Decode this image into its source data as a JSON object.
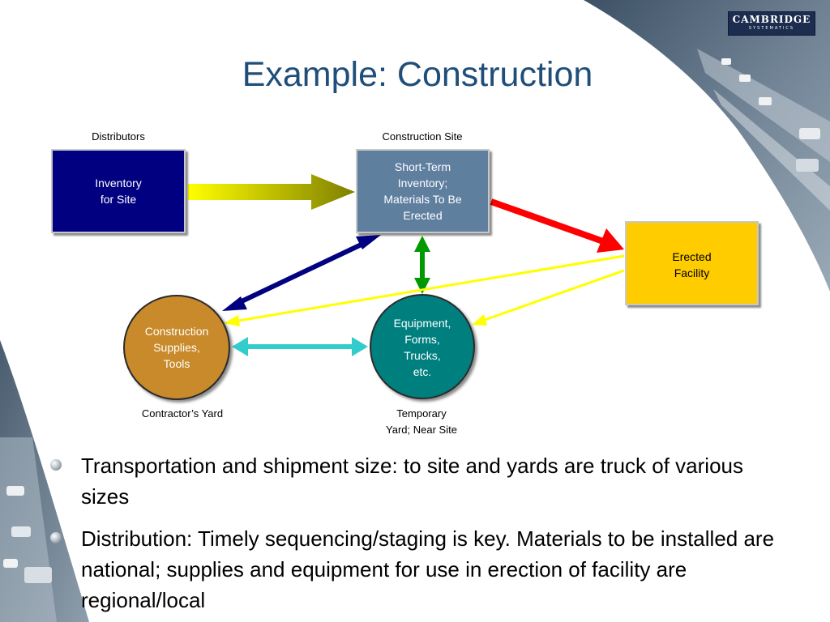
{
  "title": "Example:  Construction",
  "logo": {
    "main": "CAMBRIDGE",
    "sub": "SYSTEMATICS"
  },
  "labels": {
    "distributors": "Distributors",
    "construction_site": "Construction Site",
    "contractors_yard": "Contractor’s Yard",
    "temporary_yard": "Temporary\nYard; Near Site"
  },
  "nodes": {
    "inventory": "Inventory\nfor Site",
    "short_term": "Short-Term\nInventory;\nMaterials To Be\nErected",
    "erected": "Erected\nFacility",
    "supplies": "Construction\nSupplies,\nTools",
    "equipment": "Equipment,\nForms,\nTrucks,\netc."
  },
  "colors": {
    "title": "#1f4e79",
    "inventory_fill": "#000080",
    "short_term_fill": "#5f7f9f",
    "erected_fill": "#ffcc00",
    "supplies_fill": "#c88a2a",
    "equipment_fill": "#007f7f",
    "arrow_red": "#ff0000",
    "arrow_navy": "#000080",
    "arrow_green": "#009900",
    "arrow_cyan": "#33cccc",
    "arrow_yellow": "#ffff00"
  },
  "bullets": [
    "Transportation and shipment size: to site and yards are truck of various sizes",
    "Distribution: Timely sequencing/staging is key.  Materials to be installed are national; supplies and equipment for use in erection of facility are regional/local"
  ]
}
